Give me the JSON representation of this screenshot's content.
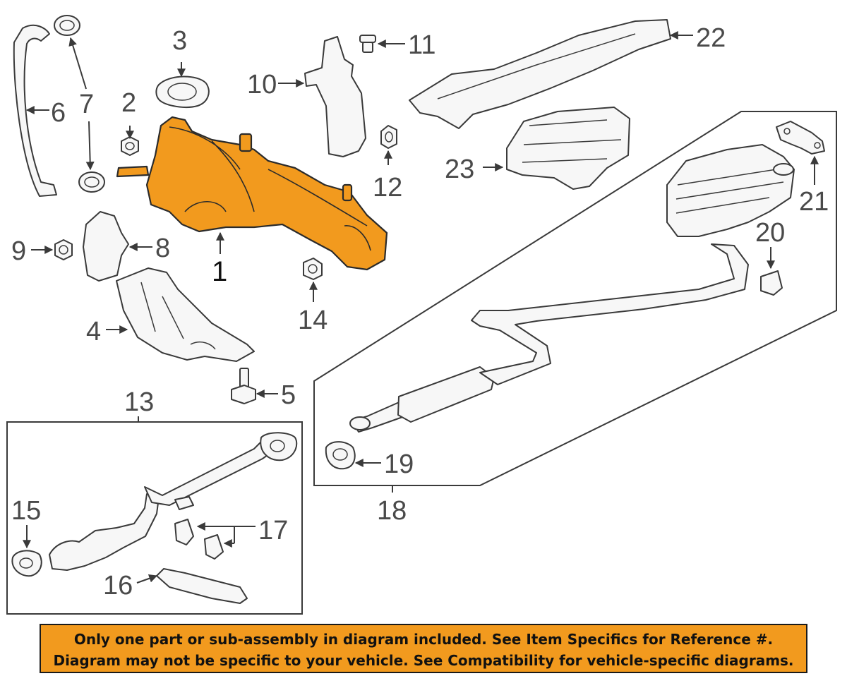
{
  "callouts": {
    "c1": "1",
    "c2": "2",
    "c3": "3",
    "c4": "4",
    "c5": "5",
    "c6": "6",
    "c7": "7",
    "c8": "8",
    "c9": "9",
    "c10": "10",
    "c11": "11",
    "c12": "12",
    "c13": "13",
    "c14": "14",
    "c15": "15",
    "c16": "16",
    "c17": "17",
    "c18": "18",
    "c19": "19",
    "c20": "20",
    "c21": "21",
    "c22": "22",
    "c23": "23"
  },
  "notice": {
    "line1": "Only one part or sub-assembly in diagram included. See Item Specifics for Reference #.",
    "line2": "Diagram may not be specific to your vehicle. See Compatibility for vehicle-specific diagrams."
  },
  "colors": {
    "highlight": "#f29a1e",
    "notice_background": "#f29a1e",
    "line": "#3a3a3a"
  }
}
